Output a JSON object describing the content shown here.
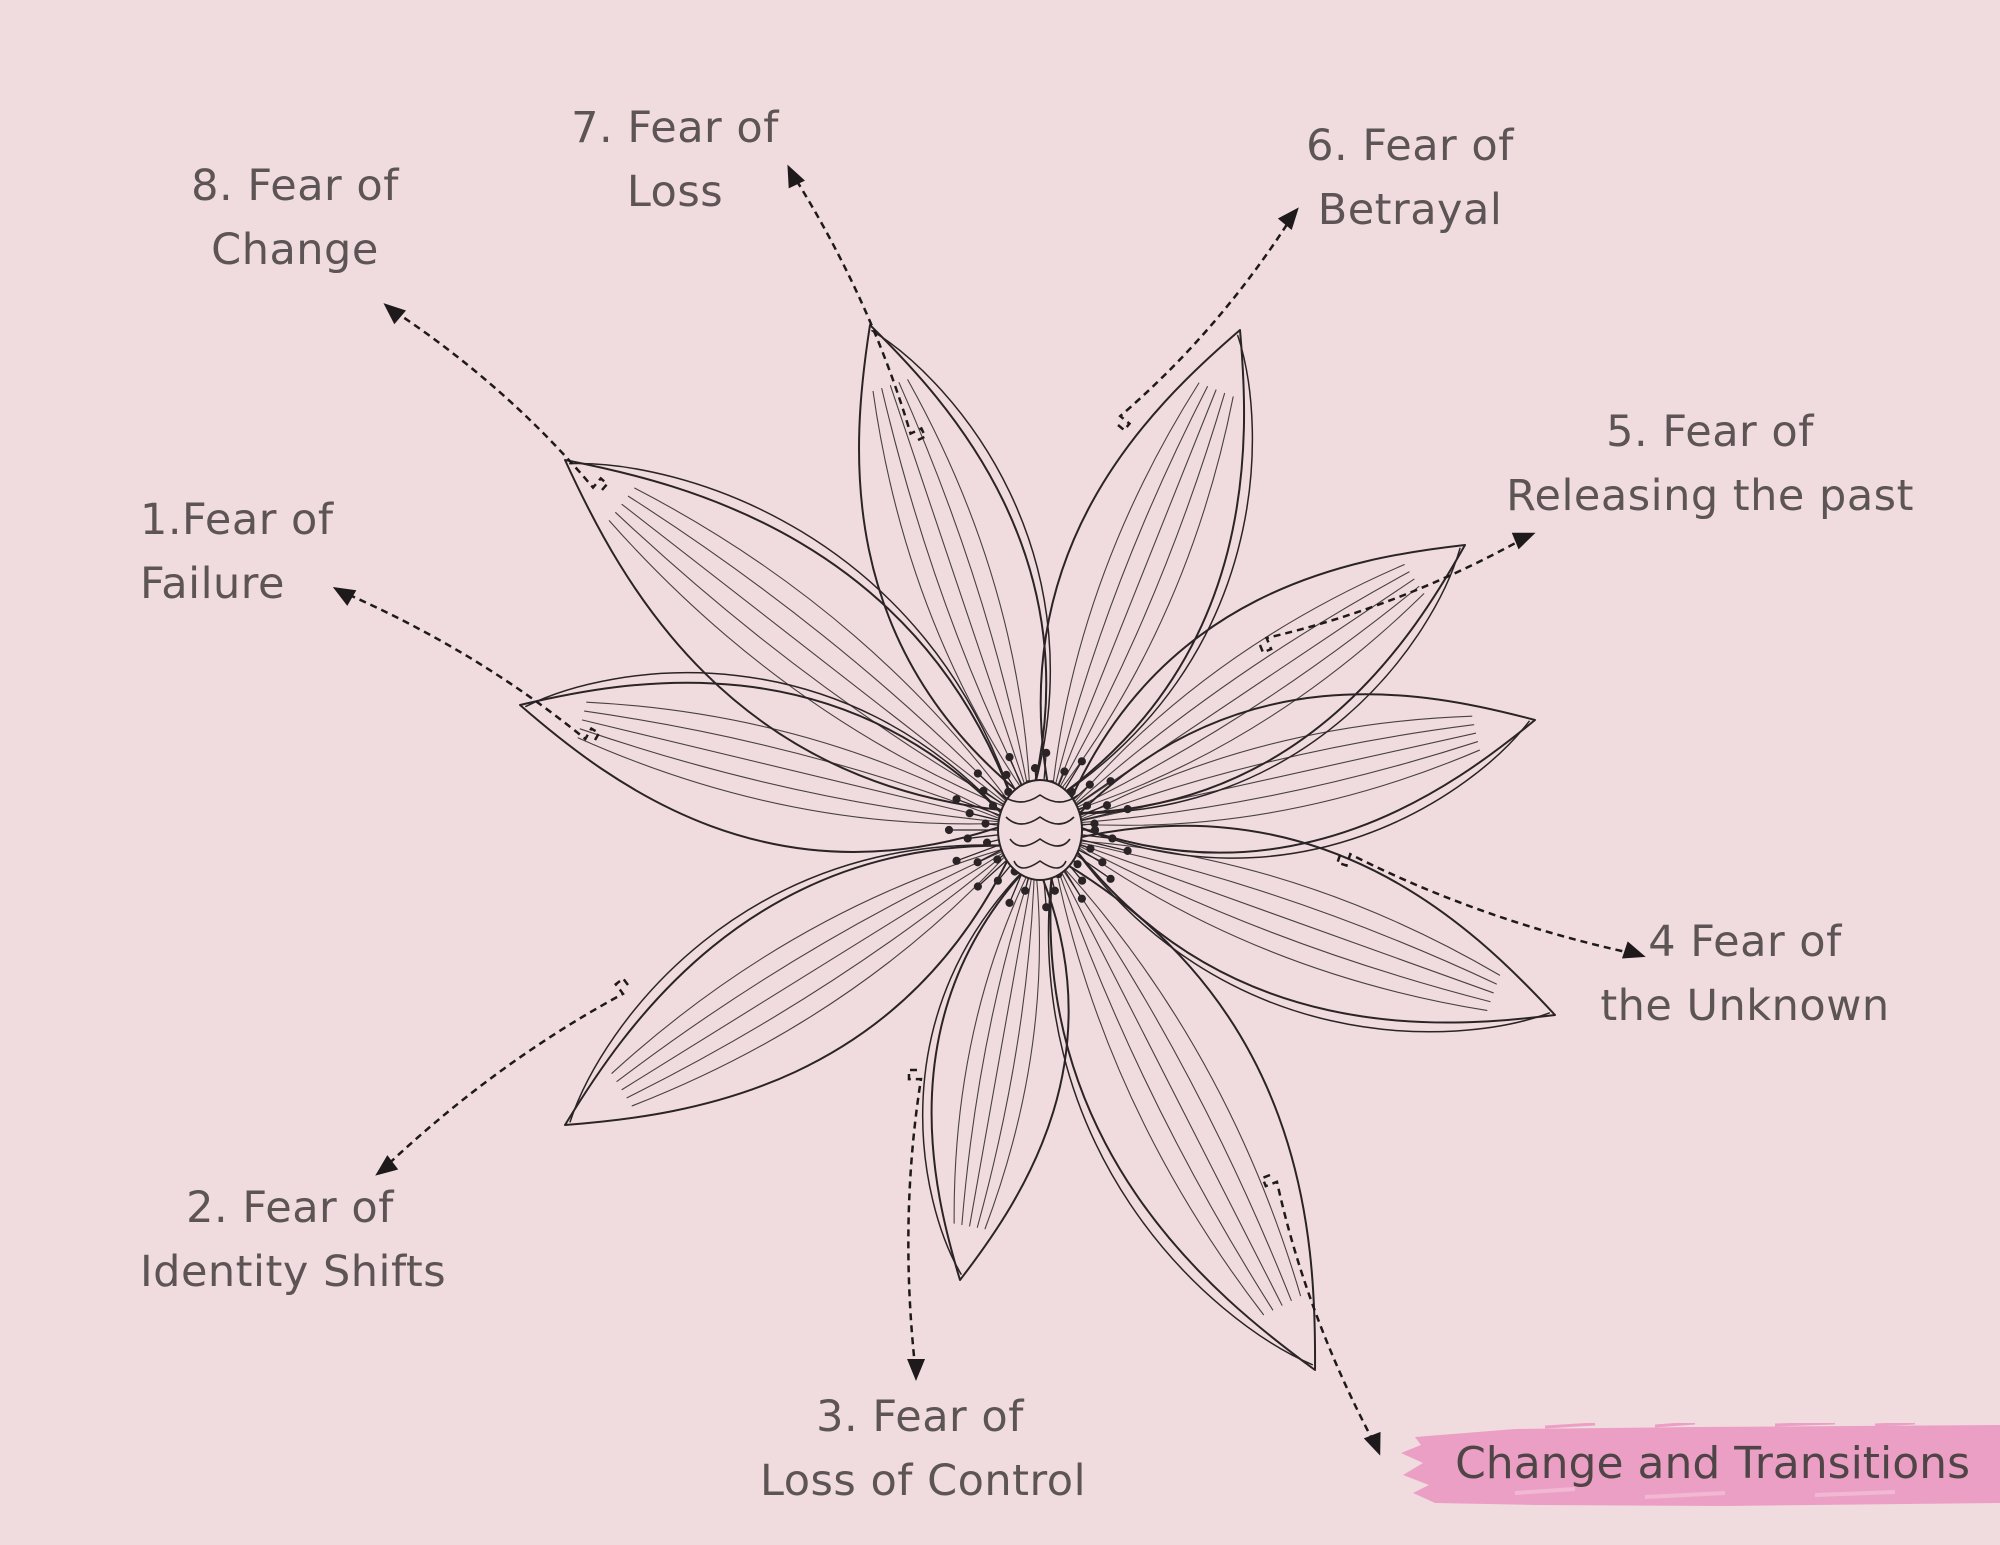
{
  "labels": {
    "fear_1": [
      "1.Fear of",
      "Failure"
    ],
    "fear_2": [
      "2. Fear of",
      "Identity Shifts"
    ],
    "fear_3": [
      "3. Fear of",
      "Loss of Control"
    ],
    "fear_4": [
      "4 Fear of",
      "the Unknown"
    ],
    "fear_5": [
      "5. Fear of",
      "Releasing the past"
    ],
    "fear_6": [
      "6. Fear of",
      "Betrayal"
    ],
    "fear_7": [
      "7. Fear of",
      "Loss"
    ],
    "fear_8": [
      "8. Fear of",
      "Change"
    ]
  },
  "banner": {
    "text": "Change and Transitions"
  },
  "colors": {
    "background": "#f0dcdf",
    "line": "#2b2426",
    "text": "#5d5456",
    "banner": "#ec9fc4"
  }
}
